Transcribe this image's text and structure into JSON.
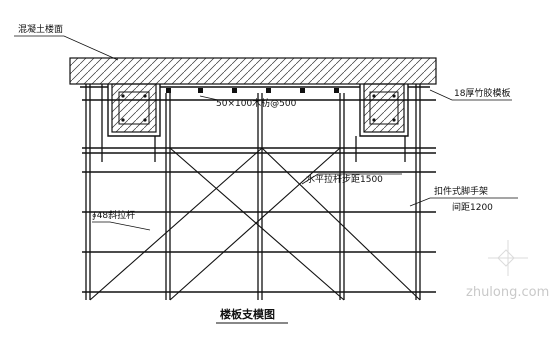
{
  "labels": {
    "slab": "混凝土楼面",
    "joist": "50×100木枋@500",
    "formwork_board": "18厚竹胶模板",
    "horizontal_bar": "水平拉杆步距1500",
    "diagonal_brace": "∮48斜拉杆",
    "scaffold": "扣件式脚手架",
    "spacing": "间距1200"
  },
  "title": "楼板支模图",
  "watermark": "zhulong.com"
}
